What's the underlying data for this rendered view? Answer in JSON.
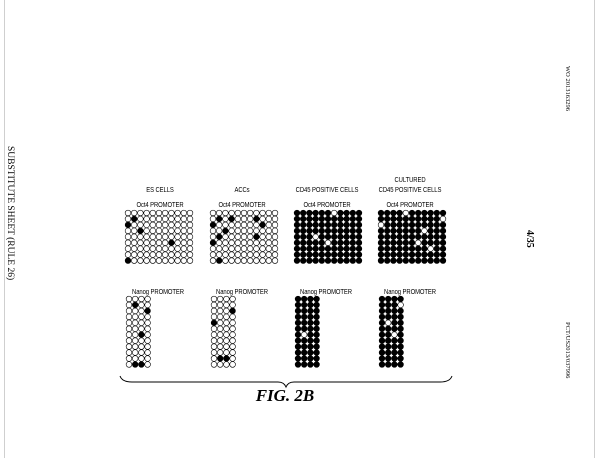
{
  "sheet": {
    "left_margin_text": "SUBSTITUTE SHEET (RULE 26)",
    "right_top_text": "WO 2013163296",
    "right_bottom_text": "PCT/US2013/037996",
    "page_number": "4/35",
    "figure_label": "FIG.  2B"
  },
  "columns": [
    {
      "title_line1": "",
      "title_line2": "ES CELLS",
      "oct4_label": "Oct4 PROMOTER",
      "nanog_label": "Nanog PROMOTER"
    },
    {
      "title_line1": "",
      "title_line2": "ACCs",
      "oct4_label": "Oct4 PROMOTER",
      "nanog_label": "Nanog PROMOTER"
    },
    {
      "title_line1": "",
      "title_line2": "CD45 POSITIVE CELLS",
      "oct4_label": "Oct4 PROMOTER",
      "nanog_label": "Nanog PROMOTER"
    },
    {
      "title_line1": "CULTURED",
      "title_line2": "CD45 POSITIVE CELLS",
      "oct4_label": "Oct4 PROMOTER",
      "nanog_label": "Nanog PROMOTER"
    }
  ],
  "oct4_grids": [
    [
      "00000000000",
      "01000000000",
      "10000000000",
      "00100000000",
      "00000000000",
      "00000001000",
      "00000000000",
      "00000000000",
      "10000000000"
    ],
    [
      "00000000000",
      "01010001000",
      "10000000100",
      "00100000000",
      "01000001000",
      "10000000000",
      "00000000000",
      "00000000000",
      "01000000000"
    ],
    [
      "11111101111",
      "11111111111",
      "11111111111",
      "11111111111",
      "11101111111",
      "11111011111",
      "11111111111",
      "11111111111",
      "11111111111"
    ],
    [
      "11110111111",
      "11111111110",
      "01111111111",
      "11111110111",
      "11111111111",
      "11111101111",
      "11111111011",
      "11111111111",
      "11111111111"
    ]
  ],
  "nanog_grids": [
    [
      "0000",
      "0100",
      "0001",
      "0000",
      "0000",
      "0000",
      "0010",
      "0000",
      "0000",
      "0000",
      "0000",
      "0110"
    ],
    [
      "0000",
      "0000",
      "0001",
      "0000",
      "1000",
      "0000",
      "0000",
      "0000",
      "0000",
      "0000",
      "0110",
      "0000"
    ],
    [
      "1111",
      "1111",
      "1111",
      "1111",
      "1111",
      "1111",
      "1011",
      "1111",
      "1111",
      "1111",
      "1111",
      "1111"
    ],
    [
      "1111",
      "1110",
      "1111",
      "1111",
      "1011",
      "1111",
      "1101",
      "1111",
      "1111",
      "1111",
      "1111",
      "1111"
    ]
  ]
}
